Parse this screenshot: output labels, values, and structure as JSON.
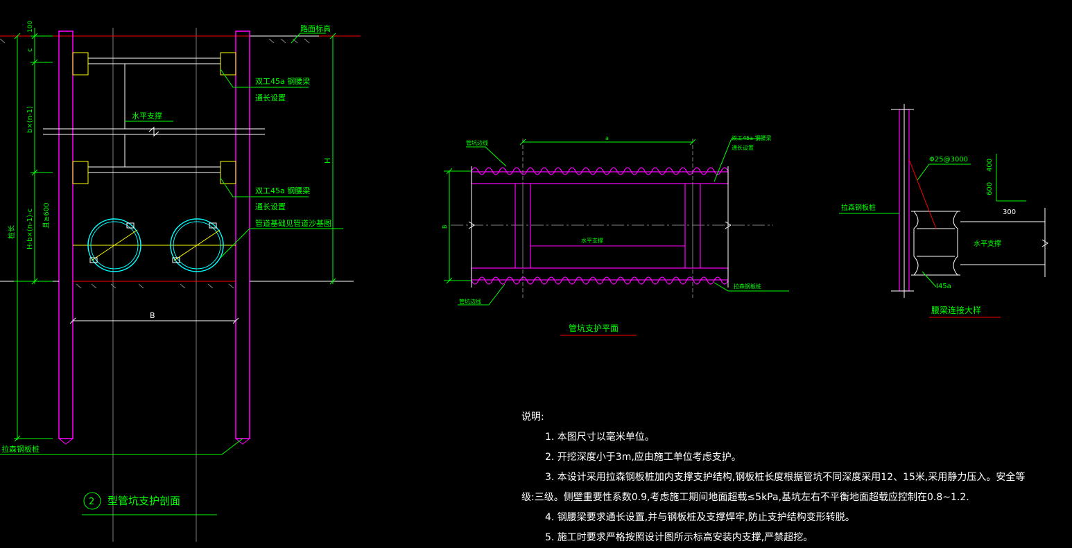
{
  "section": {
    "ground_label": "路面标高",
    "dim_top": "100",
    "dim_c": "c",
    "dim_spacing": "b×(n-1)",
    "dim_bottom": "H-b×(n-1)-c",
    "dim_extra": "且≥600",
    "dim_H": "H",
    "dim_B": "B",
    "pile_label": "桩长",
    "waler_label_1": "双工45a 钢腰梁",
    "waler_note_1": "通长设置",
    "strut_label": "水平支撑",
    "waler_label_2": "双工45a 钢腰梁",
    "waler_note_2": "通长设置",
    "pipe_label": "管道基础见管道沙基图",
    "sheet_pile_label": "拉森钢板桩",
    "title_number": "2",
    "title": "型管坑支护剖面"
  },
  "plan": {
    "sheet_pile_top": "管坑边线",
    "sheet_pile_bottom": "管坑边线",
    "dim_a": "a",
    "dim_B": "B",
    "waler_label": "双工45a 钢腰梁",
    "waler_note": "通长设置",
    "strut_label": "水平支撑",
    "right_bottom_label": "拉森钢板桩",
    "title": "管坑支护平面"
  },
  "detail": {
    "bolt_label": "Φ25@3000",
    "dim_400": "400",
    "dim_600": "600",
    "dim_300": "300",
    "pile_label": "拉森钢板桩",
    "strut_label": "水平支撑",
    "beam_label": "I45a",
    "title": "腰梁连接大样"
  },
  "notes": {
    "heading": "说明:",
    "items": [
      "1. 本图尺寸以毫米单位。",
      "2. 开挖深度小于3m,应由施工单位考虑支护。",
      "3. 本设计采用拉森钢板桩加内支撑支护结构,钢板桩长度根据管坑不同深度采用12、15米,采用静力压入。安全等",
      "级:三级。侧壁重要性系数0.9,考虑施工期间地面超载≤5kPa,基坑左右不平衡地面超载应控制在0.8~1.2.",
      "4. 钢腰梁要求通长设置,并与钢板桩及支撑焊牢,防止支护结构变形转脱。",
      "5. 施工时要求严格按照设计图所示标高安装内支撑,严禁超挖。"
    ]
  },
  "colors": {
    "magenta": "#ff00ff",
    "green": "#00ff00",
    "yellow": "#ffff00",
    "cyan": "#00ffff",
    "white": "#ffffff",
    "red": "#ff0000",
    "grey": "#808080"
  }
}
